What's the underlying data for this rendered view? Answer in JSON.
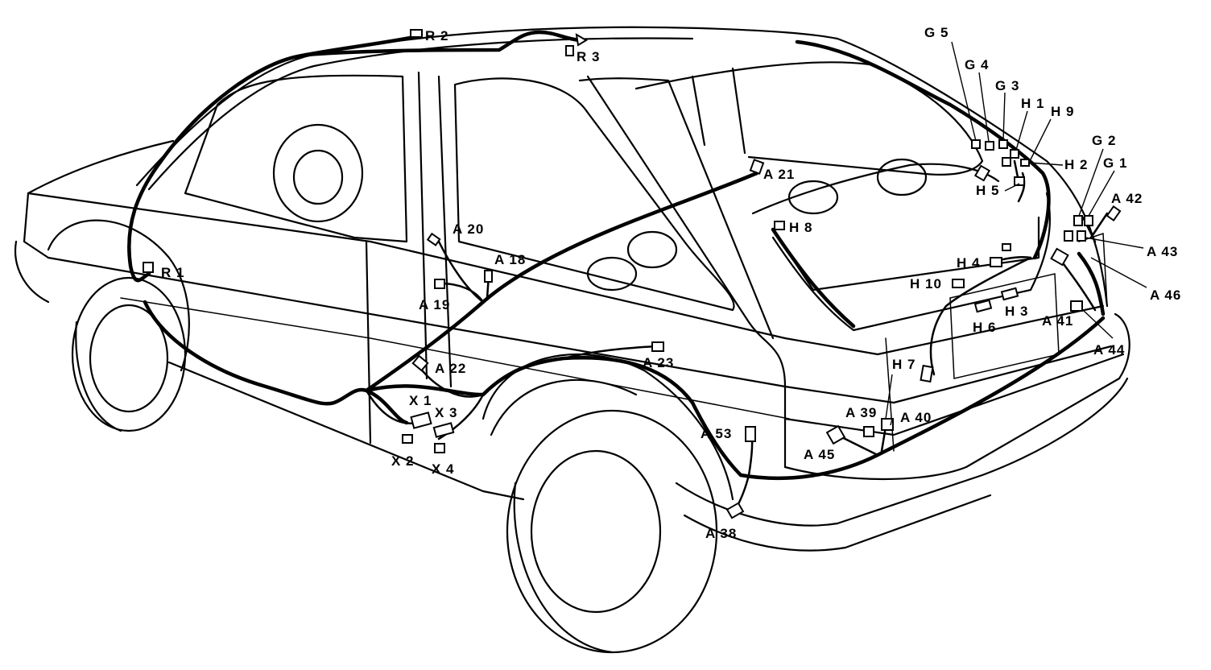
{
  "labels": {
    "R1": "R 1",
    "R2": "R 2",
    "R3": "R 3",
    "A18": "A 18",
    "A19": "A 19",
    "A20": "A 20",
    "A21": "A 21",
    "A22": "A 22",
    "A23": "A 23",
    "A38": "A 38",
    "A39": "A 39",
    "A40": "A 40",
    "A41": "A 41",
    "A42": "A 42",
    "A43": "A 43",
    "A44": "A 44",
    "A45": "A 45",
    "A46": "A 46",
    "A53": "A 53",
    "X1": "X 1",
    "X2": "X 2",
    "X3": "X 3",
    "X4": "X 4",
    "G1": "G 1",
    "G2": "G 2",
    "G3": "G 3",
    "G4": "G 4",
    "G5": "G 5",
    "H1": "H 1",
    "H2": "H 2",
    "H3": "H 3",
    "H4": "H 4",
    "H5": "H 5",
    "H6": "H 6",
    "H7": "H 7",
    "H8": "H 8",
    "H9": "H 9",
    "H10": "H 10"
  }
}
